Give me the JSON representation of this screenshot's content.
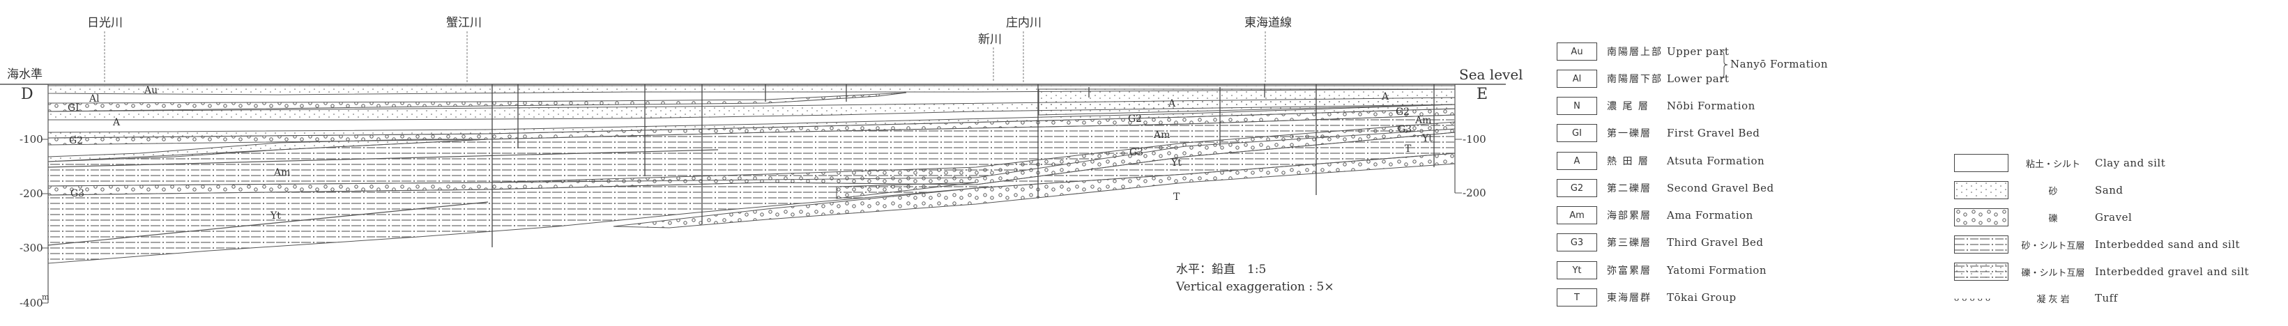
{
  "section": {
    "sea_level_jp": "海水準",
    "sea_level_en": "Sea level",
    "left_end": "D",
    "right_end": "E",
    "depth_ticks": [
      "-100",
      "-200",
      "-300",
      "-400"
    ],
    "depth_unit": "m",
    "right_ticks": [
      "-100",
      "-200"
    ],
    "landmarks": [
      "日光川",
      "蟹江川",
      "新川",
      "庄内川",
      "東海道線"
    ],
    "layer_labels": [
      "Au",
      "Al",
      "GI",
      "A",
      "G2",
      "Am",
      "G3",
      "Yt",
      "A",
      "G2",
      "Am",
      "G3",
      "Yt",
      "T",
      "A",
      "G2",
      "Am",
      "G3",
      "Yt",
      "T"
    ]
  },
  "scale": {
    "ratio_jp": "水平：鉛直　1:5",
    "exaggeration": "Vertical exaggeration : 5×"
  },
  "formations": [
    {
      "code": "Au",
      "jp": "南陽層上部",
      "en": "Upper part"
    },
    {
      "code": "Al",
      "jp": "南陽層下部",
      "en": "Lower part"
    },
    {
      "code": "N",
      "jp": "濃 尾 層",
      "en": "Nōbi Formation"
    },
    {
      "code": "GI",
      "jp": "第一礫層",
      "en": "First Gravel Bed"
    },
    {
      "code": "A",
      "jp": "熱 田 層",
      "en": "Atsuta Formation"
    },
    {
      "code": "G2",
      "jp": "第二礫層",
      "en": "Second Gravel Bed"
    },
    {
      "code": "Am",
      "jp": "海部累層",
      "en": "Ama Formation"
    },
    {
      "code": "G3",
      "jp": "第三礫層",
      "en": "Third Gravel Bed"
    },
    {
      "code": "Yt",
      "jp": "弥富累層",
      "en": "Yatomi Formation"
    },
    {
      "code": "T",
      "jp": "東海層群",
      "en": "Tōkai Group"
    }
  ],
  "nanyo_group": "Nanyō Formation",
  "lithology": [
    {
      "pattern": "clay",
      "jp": "粘土・シルト",
      "en": "Clay and silt"
    },
    {
      "pattern": "sand",
      "jp": "砂",
      "en": "Sand"
    },
    {
      "pattern": "gravel",
      "jp": "礫",
      "en": "Gravel"
    },
    {
      "pattern": "sand-silt",
      "jp": "砂・シルト互層",
      "en": "Interbedded sand and silt"
    },
    {
      "pattern": "gravel-silt",
      "jp": "礫・シルト互層",
      "en": "Interbedded gravel and silt"
    },
    {
      "pattern": "tuff",
      "jp": "凝 灰 岩",
      "en": "Tuff"
    }
  ]
}
